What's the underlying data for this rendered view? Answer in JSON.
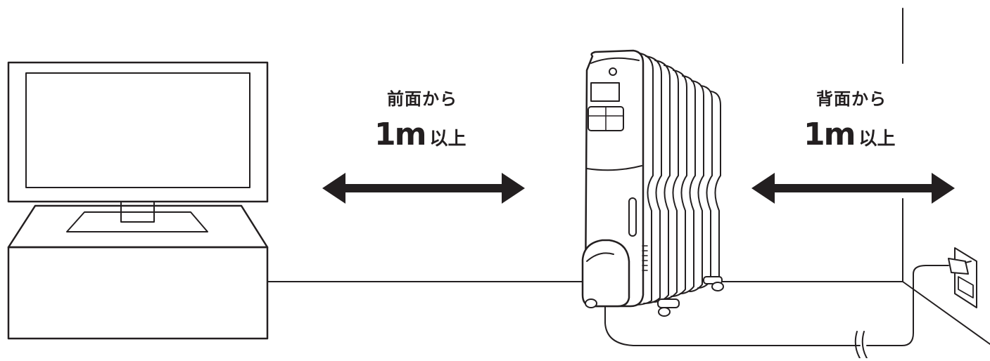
{
  "front": {
    "heading": "前面から",
    "distance_value": "1m",
    "distance_suffix": "以上"
  },
  "back": {
    "heading": "背面から",
    "distance_value": "1m",
    "distance_suffix": "以上"
  },
  "colors": {
    "ink": "#231f20",
    "background": "#ffffff"
  },
  "icons": [
    "television-icon",
    "tv-stand-icon",
    "oil-heater-icon",
    "wall-outlet-icon",
    "power-plug-icon",
    "double-arrow-icon"
  ]
}
